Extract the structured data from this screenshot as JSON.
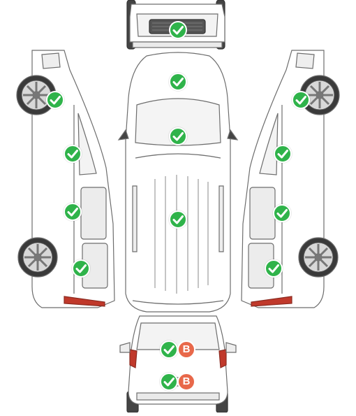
{
  "colors": {
    "ok_marker": "#2fb34a",
    "badge": "#e8684a",
    "line": "#6d6d6d",
    "dark": "#3a3a3a",
    "tail_light": "#c0392b"
  },
  "views": [
    {
      "name": "front-view",
      "markers": [
        {
          "status": "ok",
          "icon": "check-icon",
          "badge": null
        }
      ]
    },
    {
      "name": "top-view",
      "markers": [
        {
          "status": "ok",
          "icon": "check-icon",
          "badge": null
        },
        {
          "status": "ok",
          "icon": "check-icon",
          "badge": null
        },
        {
          "status": "ok",
          "icon": "check-icon",
          "badge": null
        }
      ]
    },
    {
      "name": "left-side-view",
      "markers": [
        {
          "status": "ok",
          "icon": "check-icon",
          "badge": null
        },
        {
          "status": "ok",
          "icon": "check-icon",
          "badge": null
        },
        {
          "status": "ok",
          "icon": "check-icon",
          "badge": null
        },
        {
          "status": "ok",
          "icon": "check-icon",
          "badge": null
        }
      ]
    },
    {
      "name": "right-side-view",
      "markers": [
        {
          "status": "ok",
          "icon": "check-icon",
          "badge": null
        },
        {
          "status": "ok",
          "icon": "check-icon",
          "badge": null
        },
        {
          "status": "ok",
          "icon": "check-icon",
          "badge": null
        },
        {
          "status": "ok",
          "icon": "check-icon",
          "badge": null
        }
      ]
    },
    {
      "name": "rear-view",
      "markers": [
        {
          "status": "ok",
          "icon": "check-icon",
          "badge": "B"
        },
        {
          "status": "ok",
          "icon": "check-icon",
          "badge": "B"
        }
      ]
    }
  ]
}
